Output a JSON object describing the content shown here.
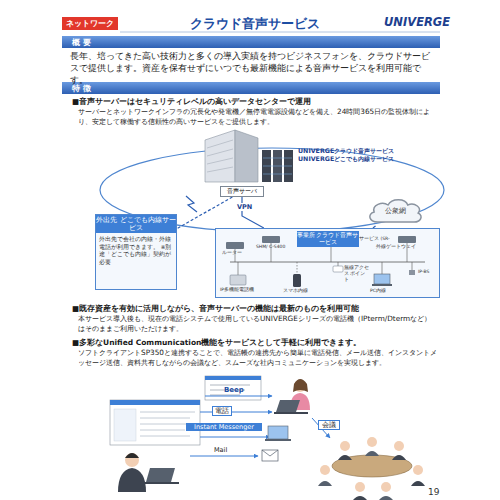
{
  "diagram": {
    "title": "クラウド音声サービス",
    "nodes": [
      {
        "text": [
          "ネットワーク"
        ]
      },
      {
        "text": [
          "概 要"
        ]
      },
      {
        "text": [
          "特 徴"
        ]
      },
      {
        "text": [
          "音声サーバ"
        ]
      },
      {
        "text": [
          "公衆網"
        ]
      },
      {
        "text": [
          "外出先 どこでも内線サービス",
          "外出先で会社の内線・外線電話が利用できます。 ※別途「どこでも内線」契約が必要"
        ]
      },
      {
        "text": [
          "事業所 クラウド音声サービス"
        ]
      }
    ],
    "edges": [
      {
        "from": 3,
        "to": 6,
        "label": "VPN",
        "arrow": "none"
      },
      {
        "from": 3,
        "to": 5,
        "arrow": "none"
      },
      {
        "from": 6,
        "to": 4,
        "arrow": "none"
      }
    ],
    "labels": [
      "UNIVERGE",
      "長年、培ってきた高い技術力と多くの導入実績を持つビジネスフォンを、クラウドサービスで提供します。資産を保有せずにいつでも最新機能による音声サービスを利用可能です。",
      "■音声サーバーはセキュリティレベルの高いデータセンターで運用",
      "サーバーとネットワークインフラの冗長化や発電機／無停電電源設備などを備え、24時間365日の監視体制により、安定して稼働する信頼性の高いサービスをご提供します。",
      "UNIVERGEクラウド音声サービス",
      "UNIVERGEどこでも内線サービス",
      "ルーター",
      "SHM/ C-S400",
      "マルチサービス (SR-MGC)",
      "外線ゲートウェイ",
      "IP-BS",
      "IP多機能電話機",
      "スマホ内線",
      "無線アクセス ポイント",
      "PC内線",
      "■既存資産を有効に活用しながら、音声サーバーの機能は最新のものを利用可能",
      "本サービス導入後も、現在の電話システムで使用しているUNIVERGEシリーズの電話機（IPterm/Dtermなど）はそのままご利用いただけます。",
      "■多彩なUnified Communication機能をサービスとして手軽に利用できます。",
      "ソフトクライアントSP350と連携することで、電話帳の連携先から簡単に電話発信、メール送信、インスタントメッセージ送信、資料共有しながらの会議など、スムーズな社内コミュニケーションを実現します。",
      "Beep",
      "電話",
      "Instant Messenger",
      "Mail",
      "会議",
      "19"
    ]
  }
}
